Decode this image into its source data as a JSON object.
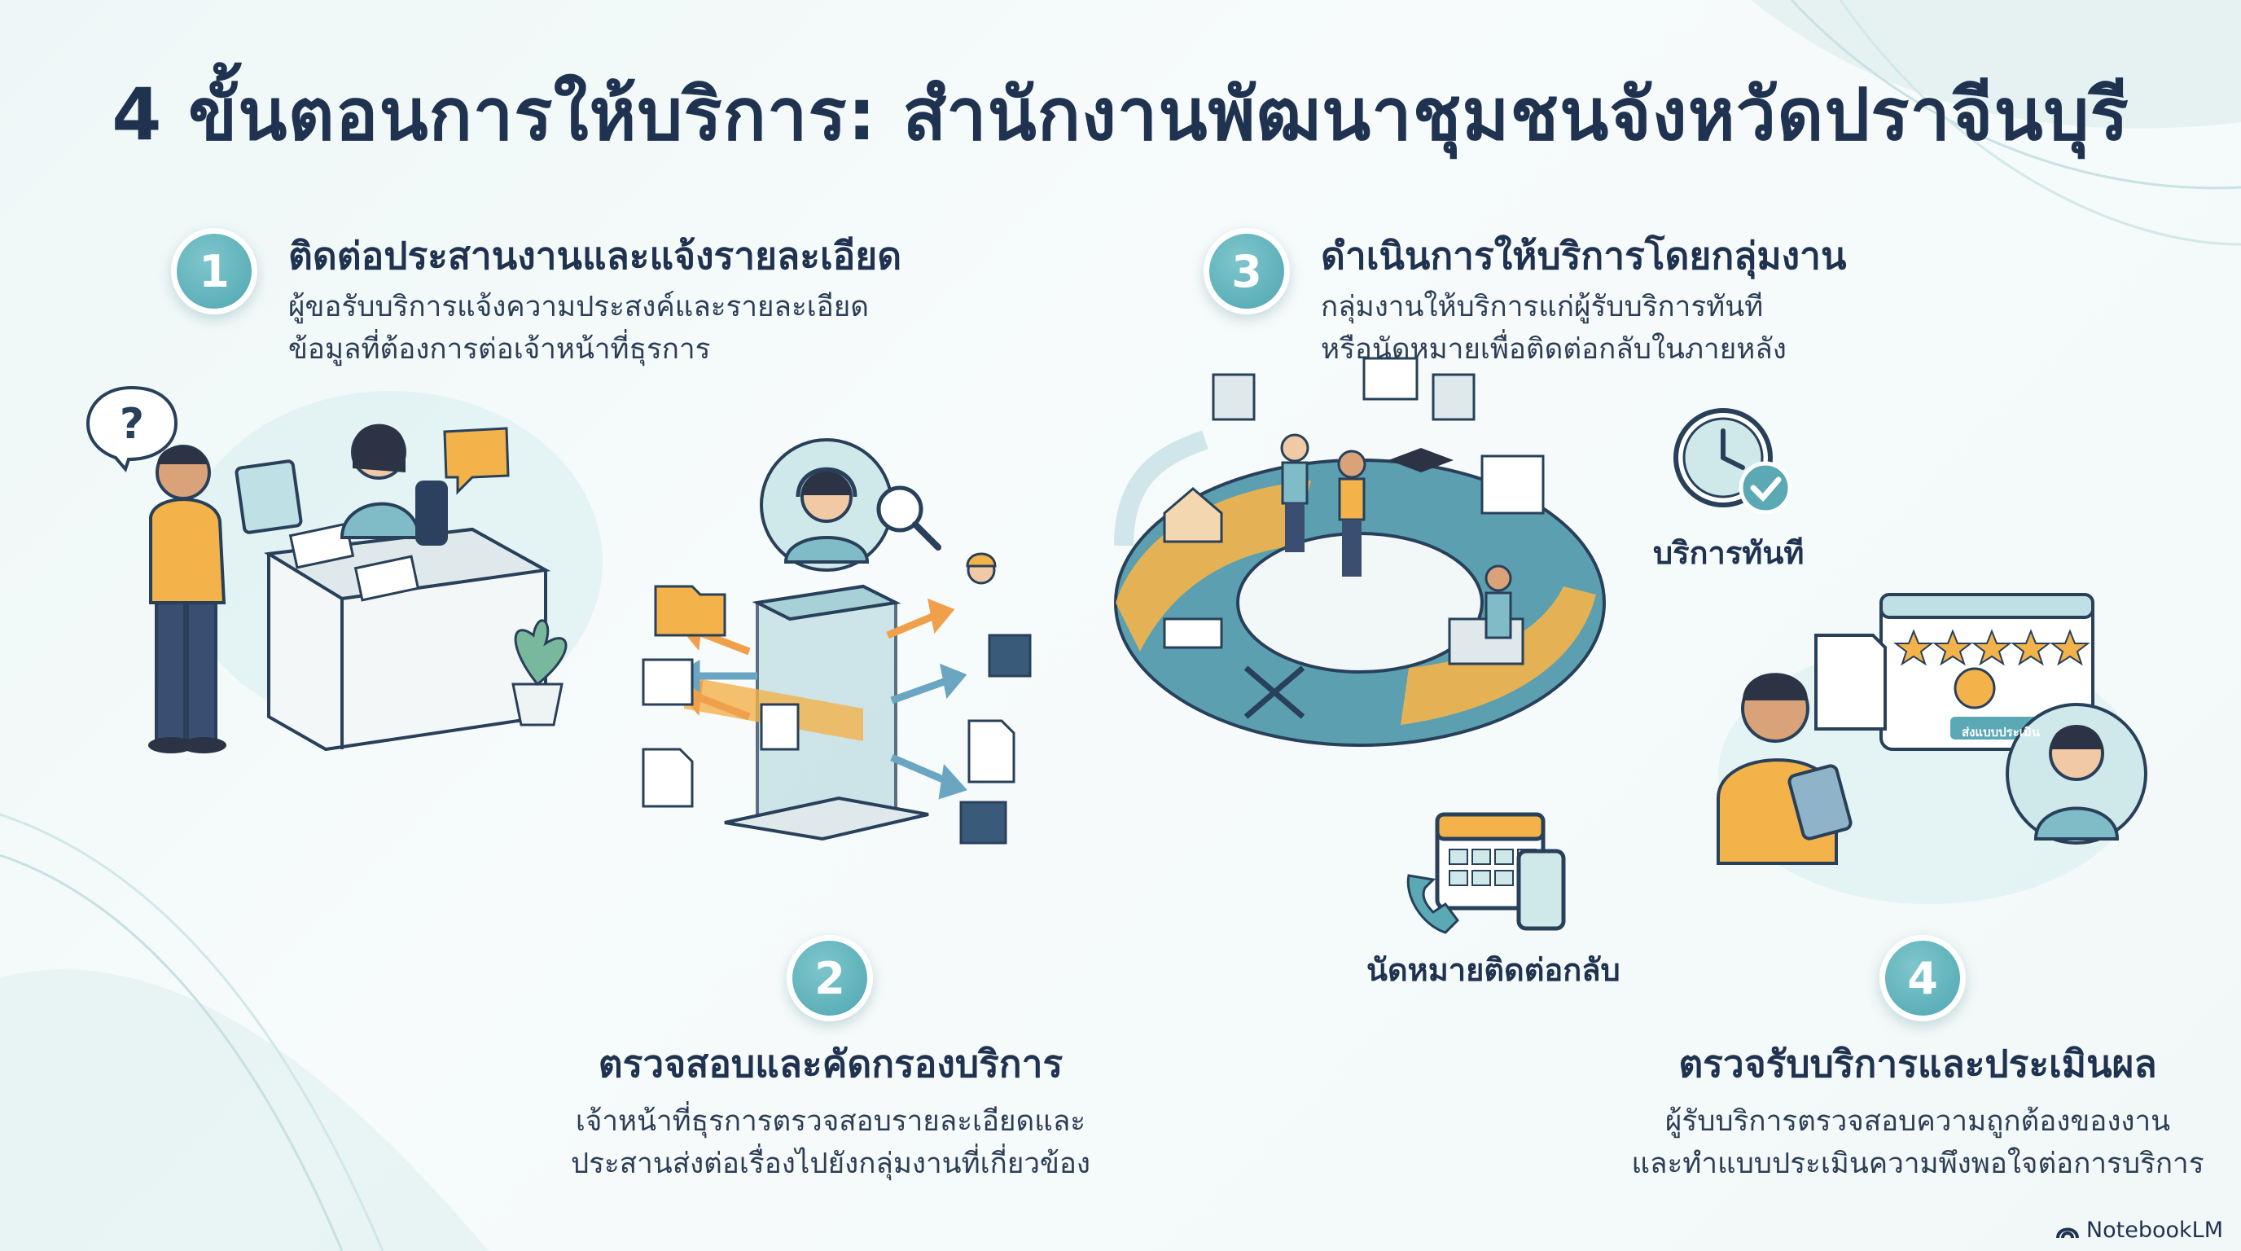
{
  "title": "4 ขั้นตอนการให้บริการ: สำนักงานพัฒนาชุมชนจังหวัดปราจีนบุรี",
  "steps": [
    {
      "number": "1",
      "heading": "ติดต่อประสานงานและแจ้งรายละเอียด",
      "body": [
        "ผู้ขอรับบริการแจ้งความประสงค์และรายละเอียด",
        "ข้อมูลที่ต้องการต่อเจ้าหน้าที่ธุรการ"
      ]
    },
    {
      "number": "2",
      "heading": "ตรวจสอบและคัดกรองบริการ",
      "body": [
        "เจ้าหน้าที่ธุรการตรวจสอบรายละเอียดและ",
        "ประสานส่งต่อเรื่องไปยังกลุ่มงานที่เกี่ยวข้อง"
      ]
    },
    {
      "number": "3",
      "heading": "ดำเนินการให้บริการโดยกลุ่มงาน",
      "body": [
        "กลุ่มงานให้บริการแก่ผู้รับบริการทันที",
        "หรือนัดหมายเพื่อติดต่อกลับในภายหลัง"
      ]
    },
    {
      "number": "4",
      "heading": "ตรวจรับบริการและประเมินผล",
      "body": [
        "ผู้รับบริการตรวจสอบความถูกต้องของงาน",
        "และทำแบบประเมินความพึงพอใจต่อการบริการ"
      ]
    }
  ],
  "labels": {
    "immediate_service": "บริการทันที",
    "appointment_callback": "นัดหมายติดต่อกลับ",
    "rating_button": "ส่งแบบประเมิน"
  },
  "brand": "NotebookLM",
  "icons": [
    "question-mark-icon",
    "chat-bubble-icon",
    "headset-agent-icon",
    "magnifier-icon",
    "folder-icon",
    "document-icon",
    "box-icon",
    "worker-icon",
    "clock-check-icon",
    "calendar-icon",
    "phone-icon",
    "smartphone-icon",
    "star-rating-icon",
    "smiley-icon",
    "tablet-icon",
    "notebooklm-logo-icon"
  ],
  "colors": {
    "navy": "#1f3350",
    "teal": "#4fa7b1",
    "light_teal": "#cfe8ea",
    "orange": "#f3b24a",
    "orange_arrow": "#f0a04b"
  }
}
